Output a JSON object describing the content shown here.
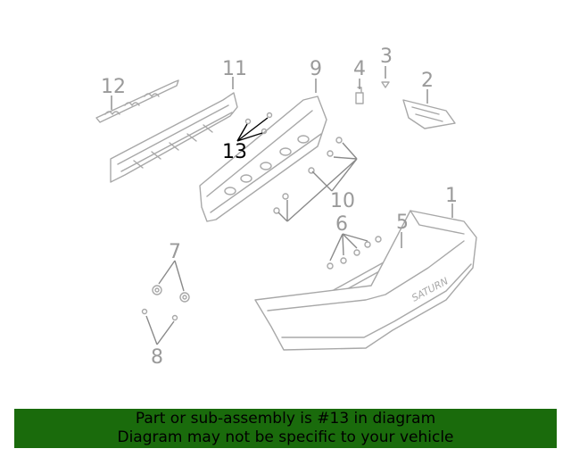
{
  "diagram": {
    "callouts": {
      "p1": "1",
      "p2": "2",
      "p3": "3",
      "p4": "4",
      "p5": "5",
      "p6": "6",
      "p7": "7",
      "p8": "8",
      "p9": "9",
      "p10": "10",
      "p11": "11",
      "p12": "12",
      "p13": "13"
    },
    "highlighted_part": "13",
    "bumper_logo_text": "SATURN"
  },
  "banner": {
    "line1": "Part or sub-assembly is #13 in diagram",
    "line2": "Diagram may not be specific to your vehicle",
    "background": "#1a6b0c"
  },
  "colors": {
    "line_art": "#a8a8a8",
    "callout": "#9a9a9a",
    "highlight": "#000000"
  }
}
